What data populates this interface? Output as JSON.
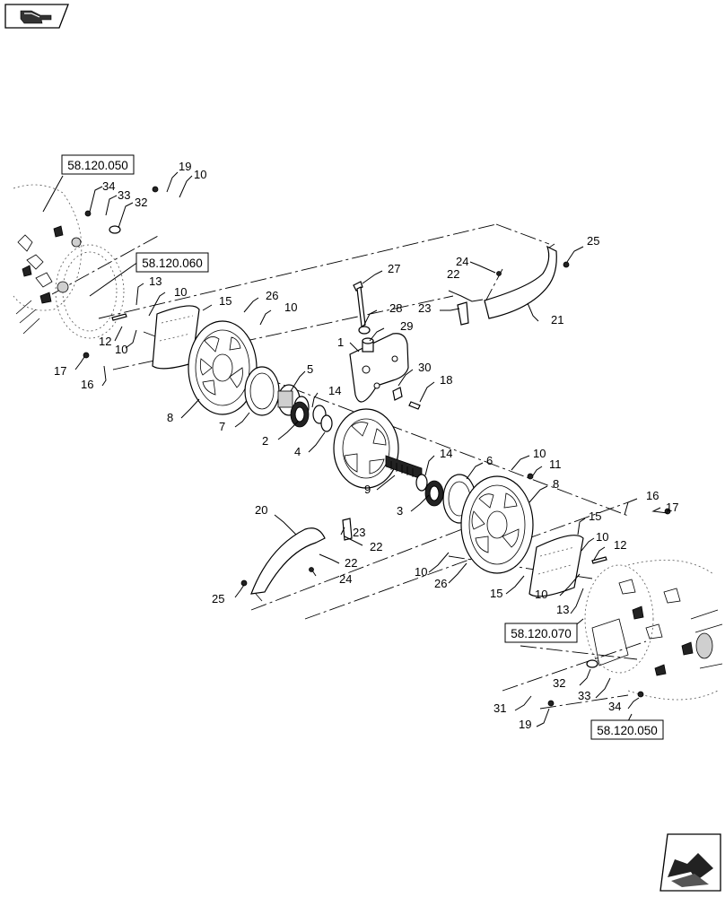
{
  "nav": {
    "back_icon": "hand-pointer-icon",
    "forward_icon": "arrow-next-icon"
  },
  "references": [
    "58.120.050",
    "58.120.060",
    "58.120.070",
    "58.120.050"
  ],
  "callouts": [
    "19",
    "10",
    "34",
    "33",
    "32",
    "13",
    "10",
    "12",
    "10",
    "17",
    "16",
    "15",
    "26",
    "10",
    "8",
    "7",
    "5",
    "14",
    "2",
    "4",
    "27",
    "28",
    "29",
    "1",
    "30",
    "18",
    "9",
    "14",
    "3",
    "6",
    "10",
    "11",
    "8",
    "24",
    "22",
    "23",
    "21",
    "25",
    "20",
    "23",
    "22",
    "22",
    "24",
    "25",
    "16",
    "17",
    "15",
    "10",
    "12",
    "10",
    "26",
    "15",
    "10",
    "13",
    "32",
    "33",
    "34",
    "31",
    "19"
  ]
}
